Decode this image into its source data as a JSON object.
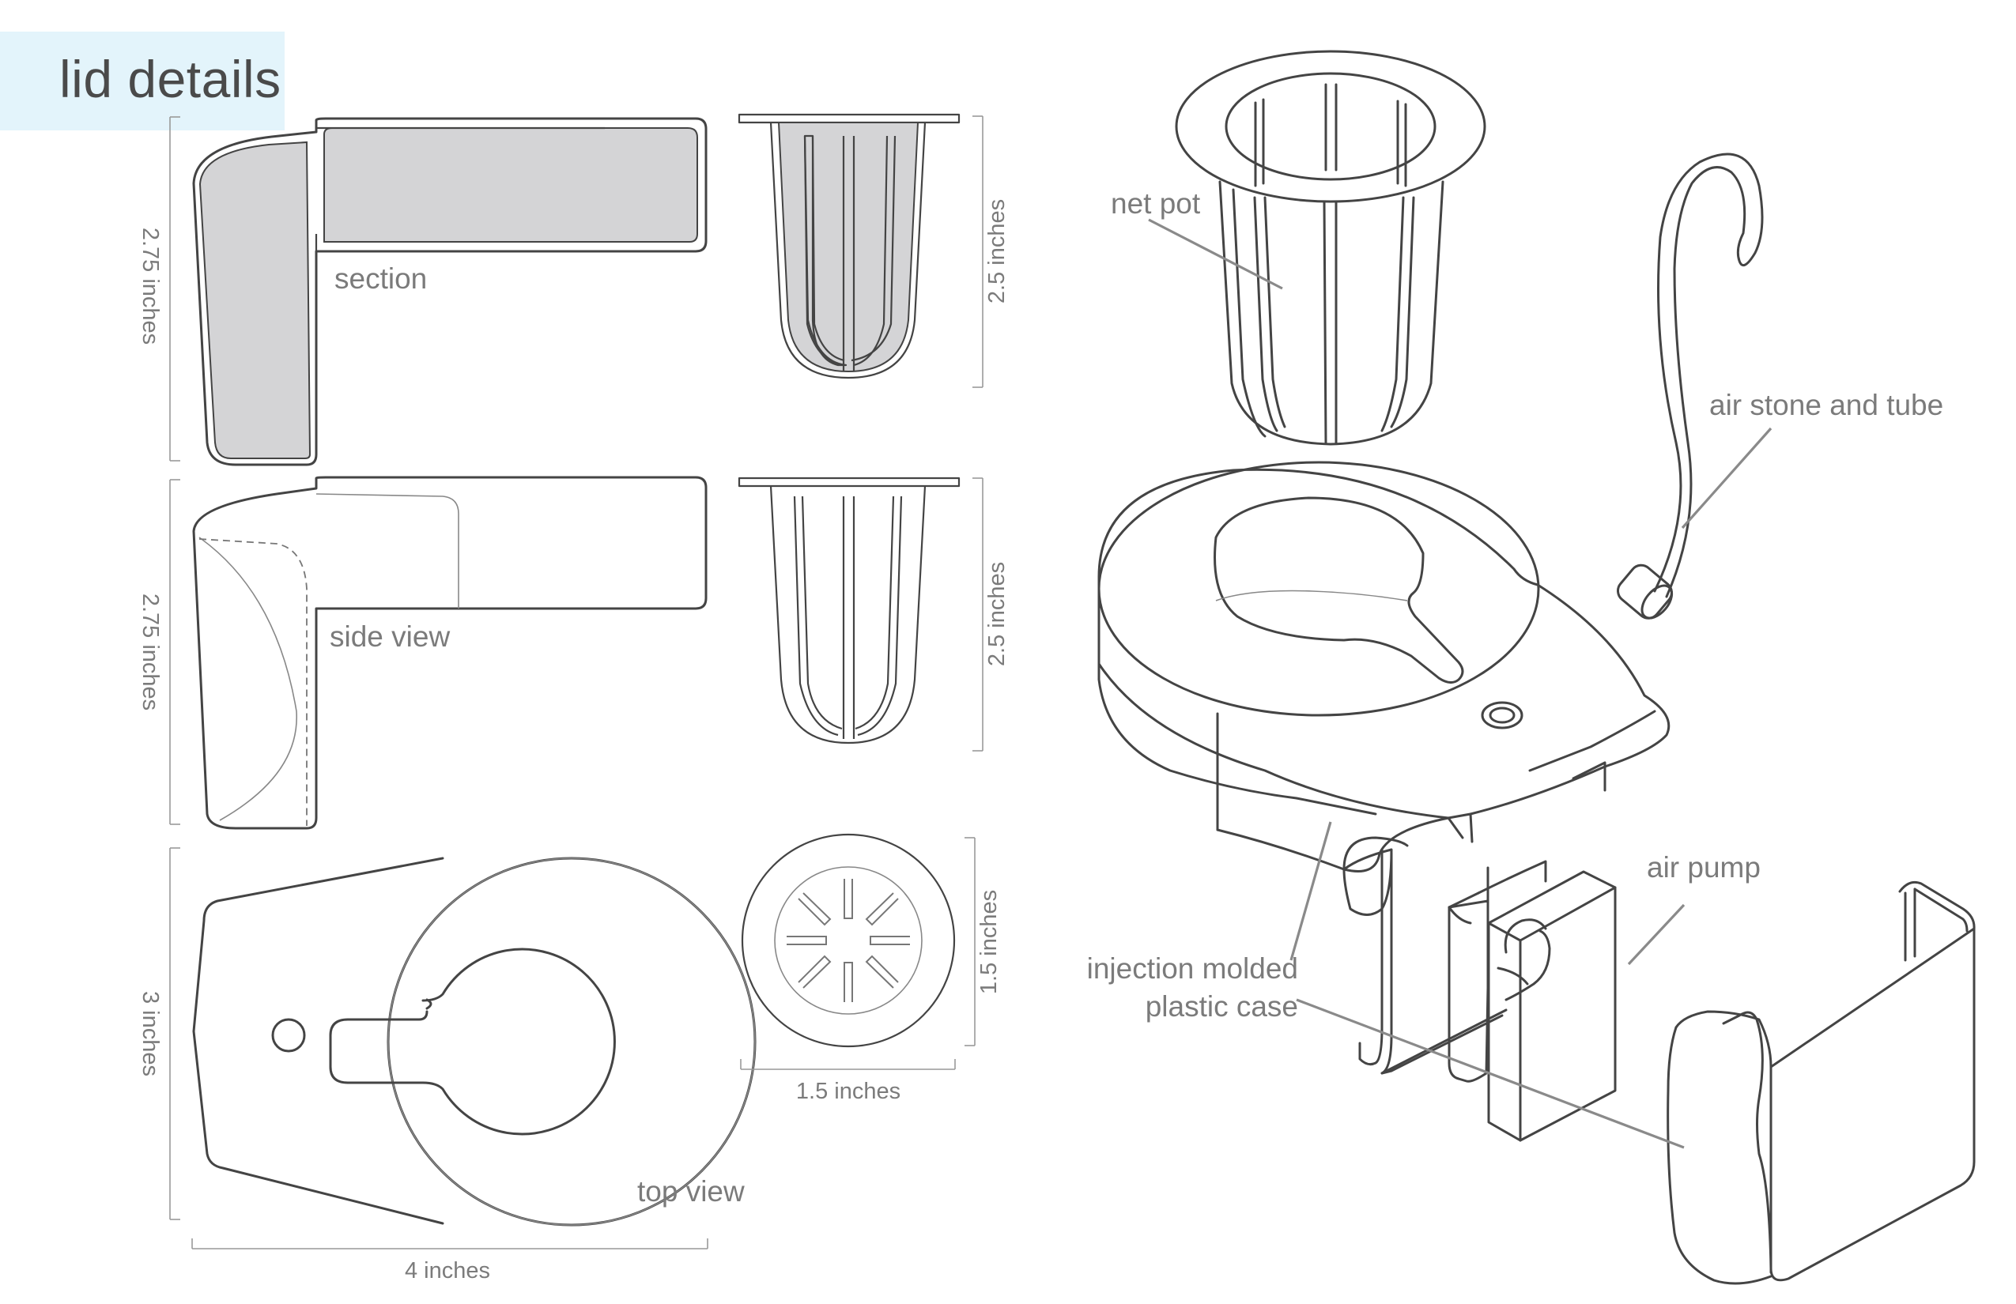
{
  "title": "lid details",
  "views": {
    "section": "section",
    "side_view": "side view",
    "top_view": "top view"
  },
  "dimensions": {
    "section_height": "2.75 inches",
    "side_height": "2.75 inches",
    "top_height": "3 inches",
    "top_width": "4 inches",
    "netpot_section_height": "2.5 inches",
    "netpot_side_height": "2.5 inches",
    "netpot_top_height": "1.5 inches",
    "netpot_top_width": "1.5 inches"
  },
  "callouts": {
    "net_pot": "net pot",
    "air_stone": "air stone and tube",
    "air_pump": "air pump",
    "case_line1": "injection molded",
    "case_line2": "plastic case"
  }
}
